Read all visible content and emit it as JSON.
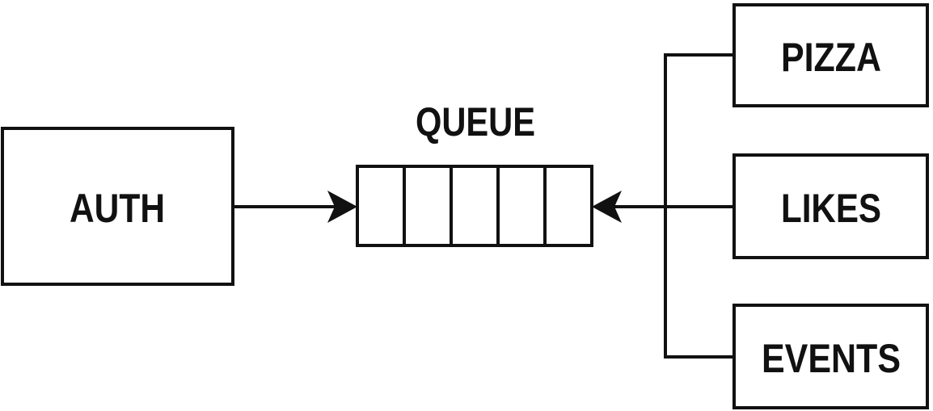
{
  "diagram": {
    "queue_title": "QUEUE",
    "queue_slots": 5,
    "nodes": {
      "auth": "AUTH",
      "pizza": "PIZZA",
      "likes": "LIKES",
      "events": "EVENTS"
    },
    "colors": {
      "stroke": "#111111",
      "background": "#ffffff"
    }
  }
}
